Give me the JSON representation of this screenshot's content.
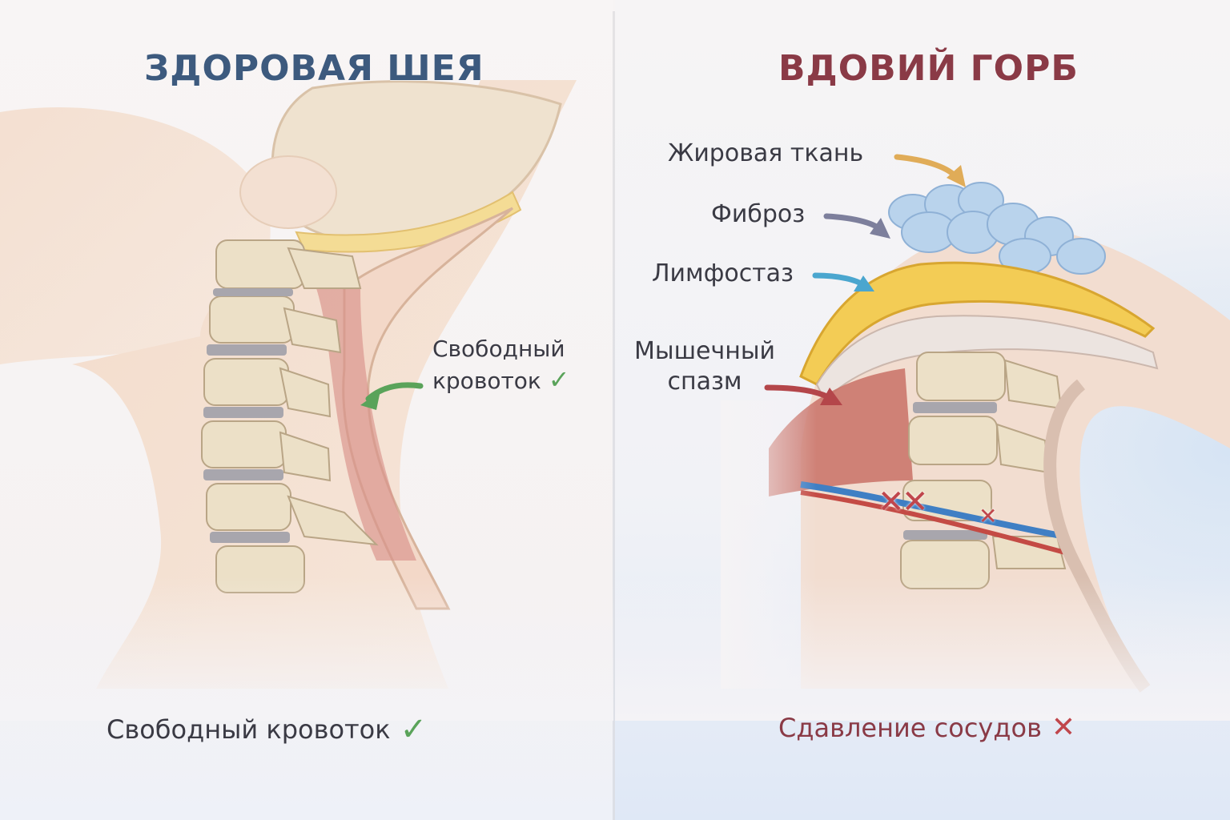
{
  "left_panel": {
    "title": "ЗДОРОВАЯ ШЕЯ",
    "title_color": "#3d5a7e",
    "annotation": {
      "line1": "Свободный",
      "line2": "кровоток",
      "icon": "check-icon",
      "arrow_color": "#5aa35a"
    },
    "footer": {
      "text": "Свободный кровоток",
      "icon": "check-icon",
      "icon_glyph": "✓",
      "icon_color": "#5aa35a"
    }
  },
  "right_panel": {
    "title": "ВДОВИЙ ГОРБ",
    "title_color": "#8a3a46",
    "labels": [
      {
        "text": "Жировая ткань",
        "arrow_color": "#e0ac58"
      },
      {
        "text": "Фиброз",
        "arrow_color": "#7d7f9c"
      },
      {
        "text": "Лимфостаз",
        "arrow_color": "#4aa6cf"
      },
      {
        "line1": "Мышечный",
        "line2": "спазм",
        "arrow_color": "#b4464a"
      }
    ],
    "compression_marks": [
      "✕",
      "✕",
      "✕"
    ],
    "footer": {
      "text": "Сдавление сосудов",
      "icon": "cross-icon",
      "icon_glyph": "✕",
      "icon_color": "#c0464c"
    }
  },
  "annotation_check_glyph": "✓"
}
